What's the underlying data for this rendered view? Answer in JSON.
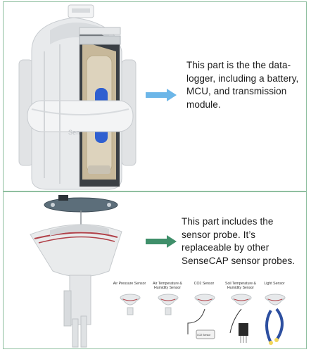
{
  "top_panel": {
    "description": "This part is the the data-logger, including a battery, MCU, and transmission module.",
    "device_brand_fragment": "Sen",
    "arrow_color": "#6cb6e8"
  },
  "bottom_panel": {
    "description": "This part includes the sensor probe. It’s replaceable by other SenseCAP sensor probes.",
    "arrow_color": "#3f8f6a",
    "probes": [
      {
        "label": "Air Pressure Sensor"
      },
      {
        "label": "Air Temperature & Humidity Sensor"
      },
      {
        "label": "CO2 Sensor",
        "tag": "CO2 Sensor"
      },
      {
        "label": "Soil Temperature & Humidity Sensor"
      },
      {
        "label": "Light Sensor"
      }
    ]
  },
  "colors": {
    "frame": "#8fbfa0",
    "battery_blue": "#2f5fd0",
    "housing": "#e4e6e8"
  }
}
